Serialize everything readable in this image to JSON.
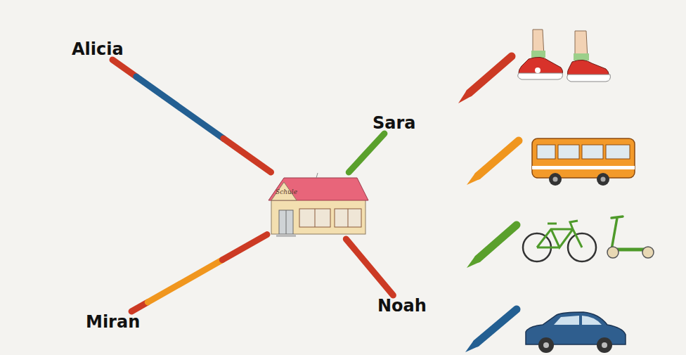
{
  "diagram": {
    "nodes": [
      {
        "text": [
          "Alicia"
        ]
      },
      {
        "text": [
          "Sara"
        ]
      },
      {
        "text": [
          "Schule"
        ]
      },
      {
        "text": [
          "Miran"
        ]
      },
      {
        "text": [
          "Noah"
        ]
      }
    ],
    "edges": [
      {
        "from": 0,
        "to": 2,
        "arrow": "none"
      },
      {
        "from": 1,
        "to": 2,
        "arrow": "none"
      },
      {
        "from": 3,
        "to": 2,
        "arrow": "none"
      },
      {
        "from": 4,
        "to": 2,
        "arrow": "none"
      }
    ]
  }
}
